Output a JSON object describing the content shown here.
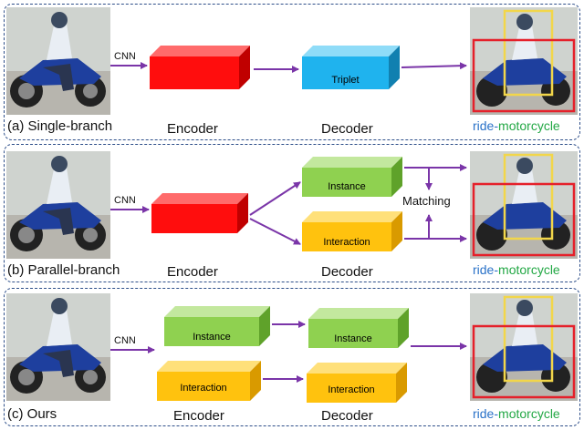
{
  "colors": {
    "panel_border": "#2e4f8a",
    "arrow": "#7a35a8",
    "encoder": "#ff0d0d",
    "triplet": "#1fb3ee",
    "instance": "#8fd150",
    "interaction": "#ffc20e",
    "verb": "#2a72c8",
    "object": "#23a845",
    "human_box": "#f2d64a",
    "object_box": "#e5202a"
  },
  "input_arrow_label": "CNN",
  "panels": [
    {
      "caption": "(a) Single-branch",
      "encoder_label": "Encoder",
      "decoder_label": "Decoder",
      "decoder_blocks": [
        "Triplet"
      ]
    },
    {
      "caption": "(b) Parallel-branch",
      "encoder_label": "Encoder",
      "decoder_label": "Decoder",
      "decoder_blocks": [
        "Instance",
        "Interaction"
      ],
      "matching_label": "Matching"
    },
    {
      "caption": "(c) Ours",
      "encoder_label": "Encoder",
      "decoder_label": "Decoder",
      "encoder_blocks": [
        "Instance",
        "Interaction"
      ],
      "decoder_blocks": [
        "Instance",
        "Interaction"
      ]
    }
  ],
  "result": {
    "verb": "ride",
    "separator": "-",
    "object": "motorcycle"
  }
}
